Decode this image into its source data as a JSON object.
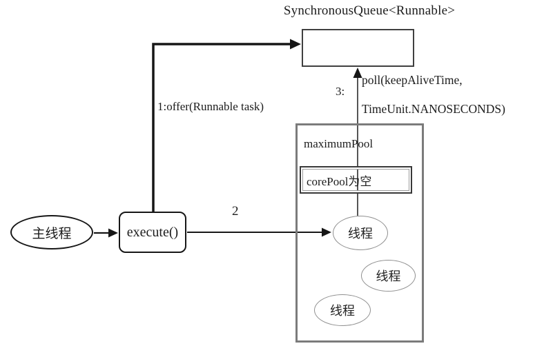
{
  "diagram": {
    "title": "SynchronousQueue<Runnable>",
    "nodes": {
      "main_thread": {
        "label": "主线程",
        "shape": "ellipse"
      },
      "execute": {
        "label": "execute()",
        "shape": "rounded-rect"
      },
      "queue": {
        "label": "",
        "shape": "rect"
      },
      "maximum_pool": {
        "label": "maximumPool",
        "shape": "rect"
      },
      "core_pool": {
        "label": "corePool为空",
        "shape": "rect"
      },
      "thread1": {
        "label": "线程",
        "shape": "ellipse"
      },
      "thread2": {
        "label": "线程",
        "shape": "ellipse"
      },
      "thread3": {
        "label": "线程",
        "shape": "ellipse"
      }
    },
    "edges": {
      "offer": {
        "label": "1:offer(Runnable task)",
        "from": "execute",
        "to": "queue"
      },
      "main_to_execute": {
        "label": "",
        "from": "main_thread",
        "to": "execute"
      },
      "execute_to_thread": {
        "label": "2",
        "from": "execute",
        "to": "thread1"
      },
      "poll": {
        "number": "3:",
        "label_line1": "poll(keepAliveTime,",
        "label_line2": "TimeUnit.NANOSECONDS)",
        "from": "thread1",
        "to": "queue"
      }
    },
    "colors": {
      "background": "#ffffff",
      "line": "#161616",
      "queue_border": "#3f3f3f",
      "pool_border": "#7b7b7b",
      "core_border": "#383838",
      "thread_border": "#8f8f8f",
      "text": "#1c1c1c"
    }
  }
}
